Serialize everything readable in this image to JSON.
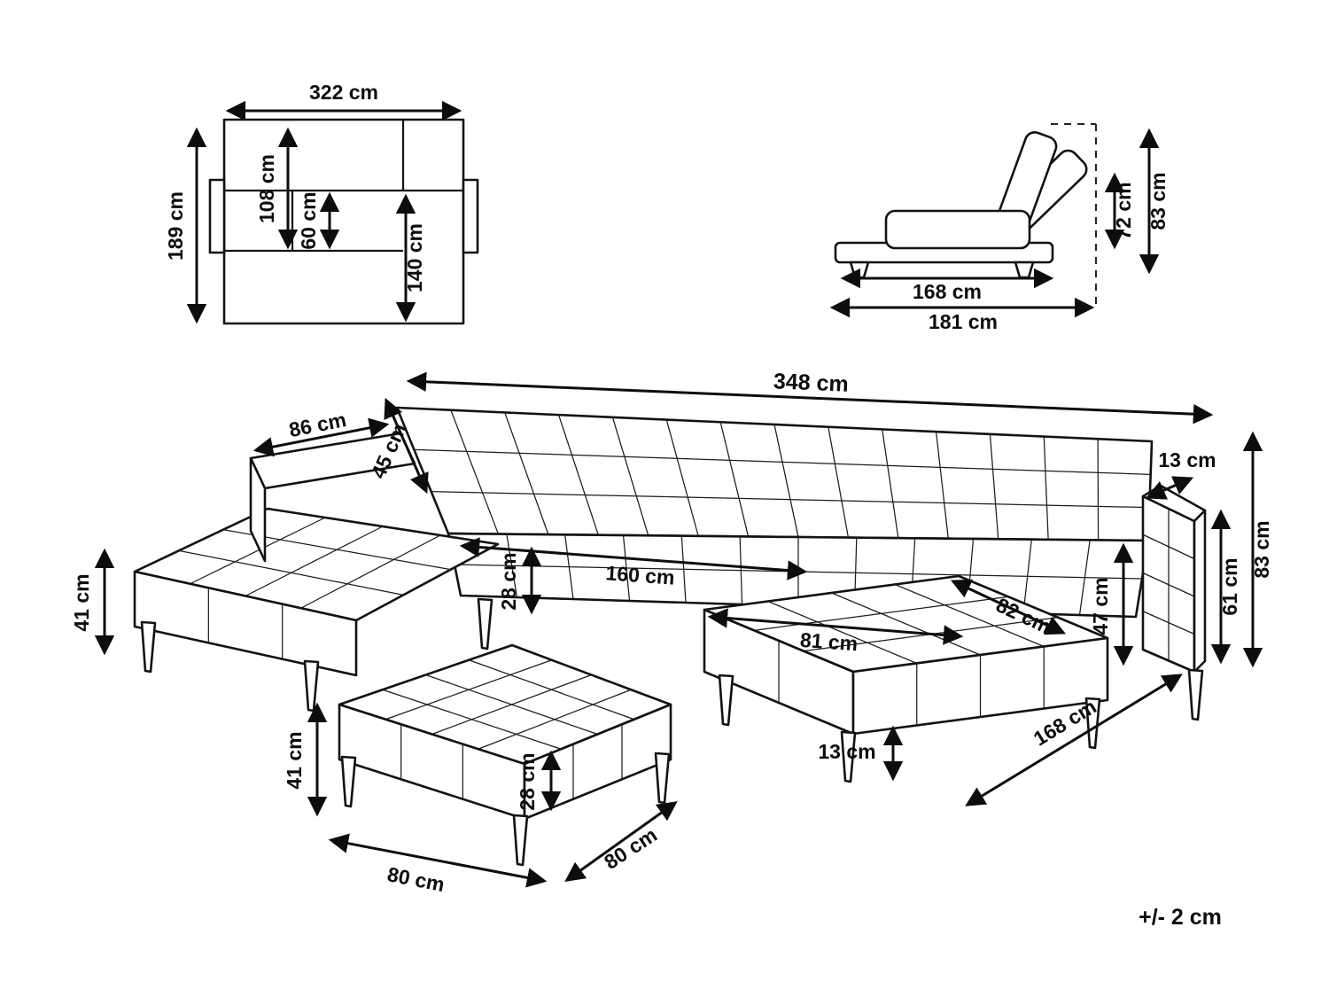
{
  "tolerance_note": "+/- 2 cm",
  "plan_view": {
    "total_width": "322 cm",
    "total_depth": "189 cm",
    "backrest_depth": "108 cm",
    "gap_depth": "60 cm",
    "bed_length": "140 cm"
  },
  "side_view": {
    "backrest_height": "72 cm",
    "total_height": "83 cm",
    "base_length": "168 cm",
    "total_length": "181 cm"
  },
  "sofa_view": {
    "total_width": "348 cm",
    "left_chaise_width": "86 cm",
    "backrest_height": "45 cm",
    "armrest_top_width": "13 cm",
    "total_height": "83 cm",
    "armrest_height": "61 cm",
    "armrest_depth": "47 cm",
    "right_chaise_width": "82 cm",
    "seat_section_width": "81 cm",
    "center_seat_width": "160 cm",
    "cushion_thickness": "28 cm",
    "seat_height": "41 cm",
    "leg_height": "13 cm",
    "chaise_length": "168 cm"
  },
  "ottoman_view": {
    "total_height": "41 cm",
    "cushion_thickness": "28 cm",
    "width": "80 cm",
    "depth": "80 cm"
  }
}
